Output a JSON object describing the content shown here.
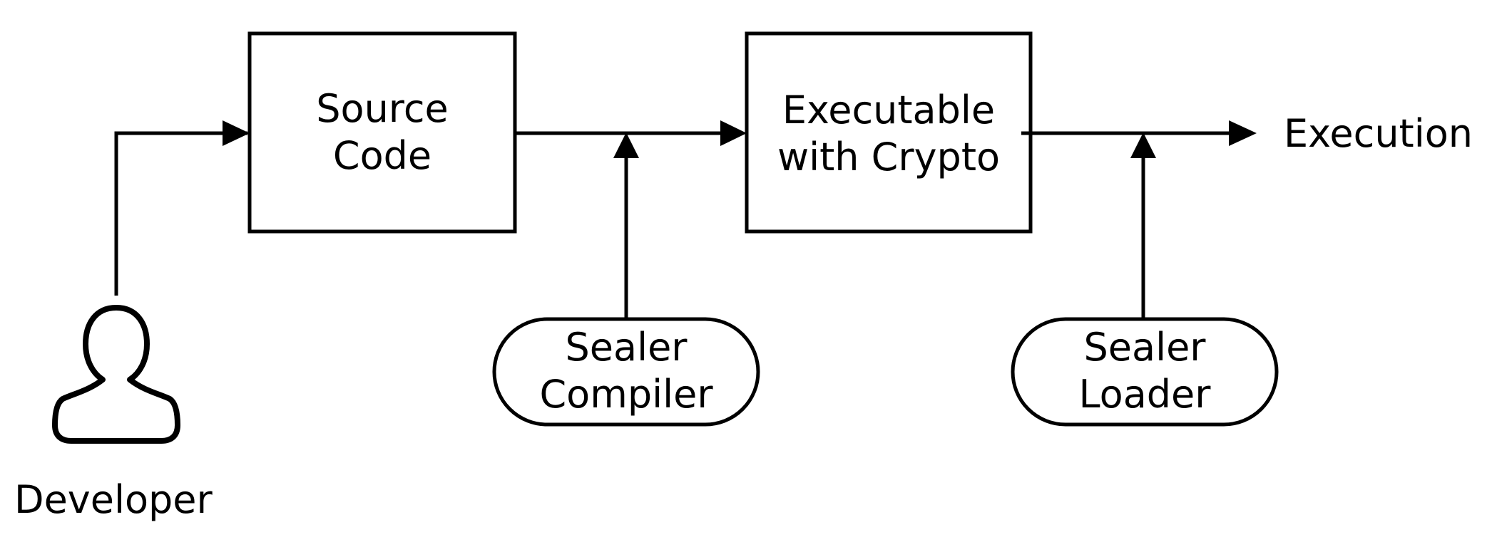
{
  "diagram": {
    "nodes": {
      "source_code": {
        "line1": "Source",
        "line2": "Code"
      },
      "executable": {
        "line1": "Executable",
        "line2": "with Crypto"
      },
      "sealer_compiler": {
        "line1": "Sealer",
        "line2": "Compiler"
      },
      "sealer_loader": {
        "line1": "Sealer",
        "line2": "Loader"
      },
      "execution": {
        "label": "Execution"
      },
      "developer": {
        "label": "Developer"
      }
    },
    "icons": {
      "developer": "person-outline-icon"
    },
    "colors": {
      "stroke": "#000000",
      "background": "#ffffff"
    }
  }
}
